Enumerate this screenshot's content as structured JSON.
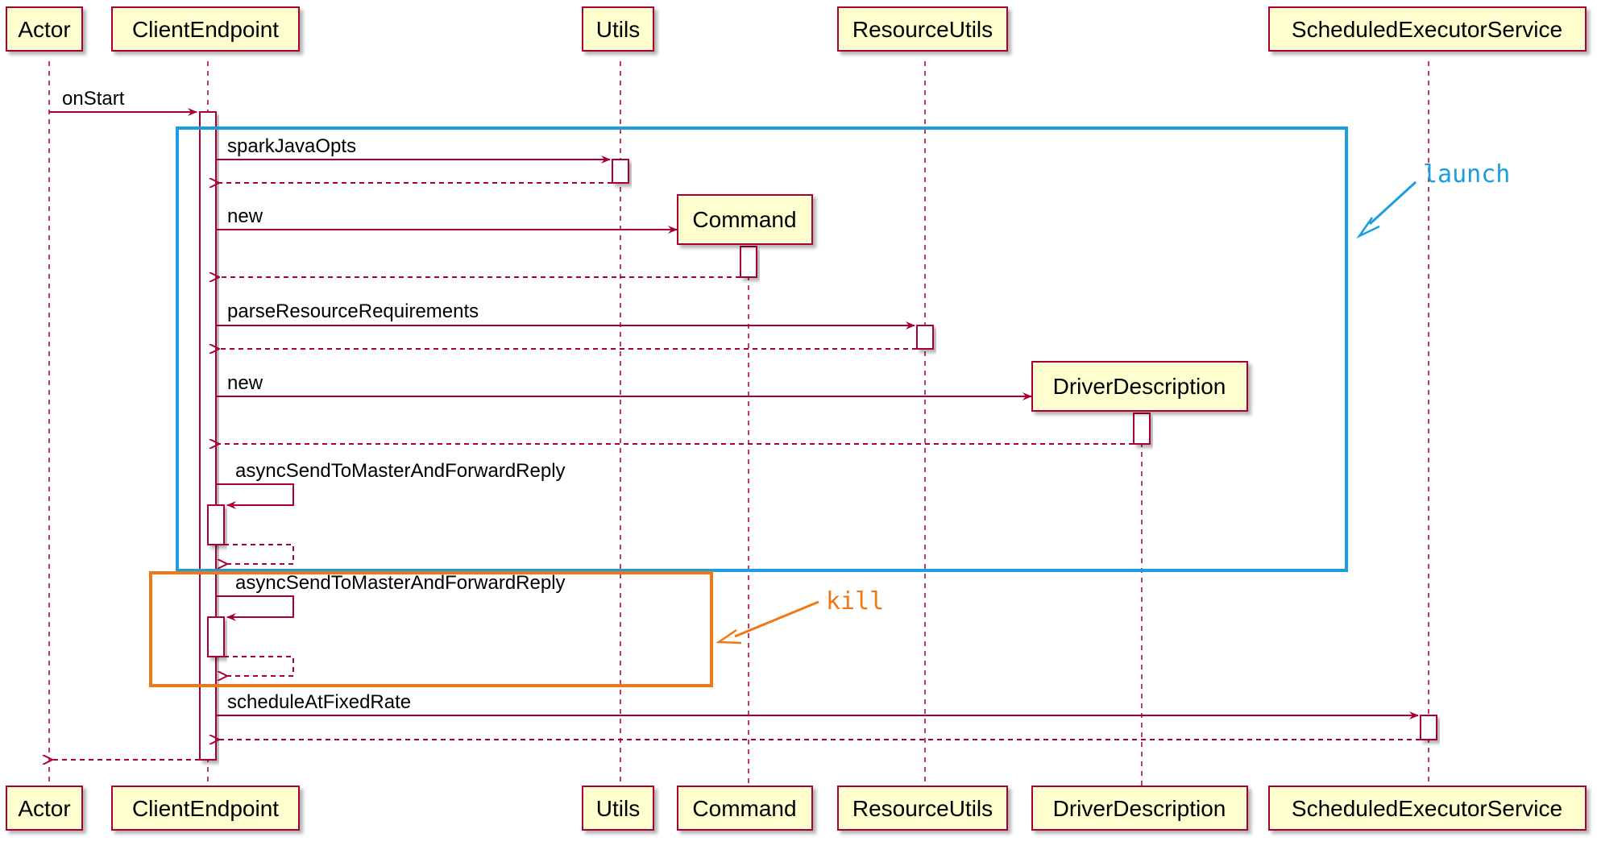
{
  "participants": [
    {
      "id": "actor",
      "label": "Actor"
    },
    {
      "id": "client",
      "label": "ClientEndpoint"
    },
    {
      "id": "utils",
      "label": "Utils"
    },
    {
      "id": "command",
      "label": "Command"
    },
    {
      "id": "resutils",
      "label": "ResourceUtils"
    },
    {
      "id": "driver",
      "label": "DriverDescription"
    },
    {
      "id": "sched",
      "label": "ScheduledExecutorService"
    }
  ],
  "messages": [
    {
      "label": "onStart",
      "from": "actor",
      "to": "client"
    },
    {
      "label": "sparkJavaOpts",
      "from": "client",
      "to": "utils"
    },
    {
      "label": "new",
      "from": "client",
      "to": "command"
    },
    {
      "label": "parseResourceRequirements",
      "from": "client",
      "to": "resutils"
    },
    {
      "label": "new",
      "from": "client",
      "to": "driver"
    },
    {
      "label": "asyncSendToMasterAndForwardReply",
      "from": "client",
      "to": "client"
    },
    {
      "label": "asyncSendToMasterAndForwardReply",
      "from": "client",
      "to": "client"
    },
    {
      "label": "scheduleAtFixedRate",
      "from": "client",
      "to": "sched"
    }
  ],
  "annotations": {
    "launch": {
      "label": "launch",
      "color": "#1a9ee0"
    },
    "kill": {
      "label": "kill",
      "color": "#f07814"
    }
  },
  "colors": {
    "box_fill": "#fefece",
    "box_border": "#a80036",
    "line": "#a80036"
  }
}
